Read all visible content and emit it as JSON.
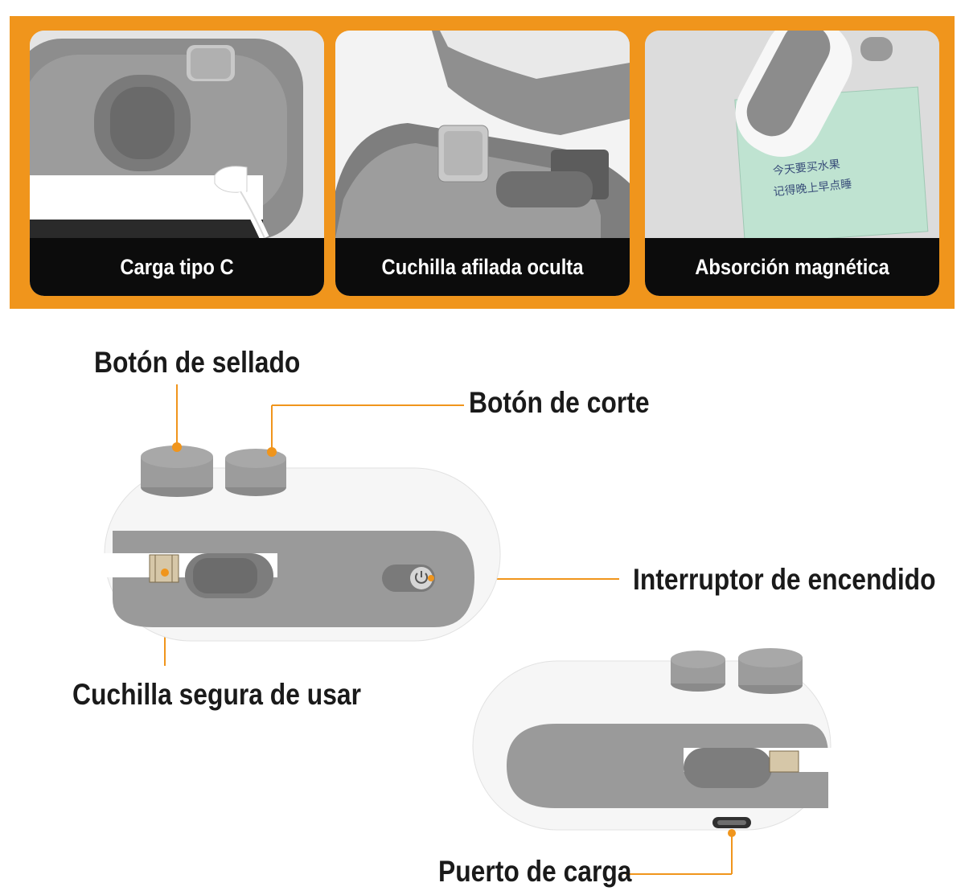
{
  "features": [
    {
      "caption": "Carga tipo C",
      "icon": "usb-c-charging-photo"
    },
    {
      "caption": "Cuchilla afilada oculta",
      "icon": "hidden-blade-photo"
    },
    {
      "caption": "Absorción magnética",
      "icon": "magnetic-fridge-photo"
    }
  ],
  "sticky_note": {
    "line1": "今天要买水果",
    "line2": "记得晚上早点睡"
  },
  "callouts": {
    "seal_button": "Botón de sellado",
    "cut_button": "Botón de corte",
    "power_switch": "Interruptor de encendido",
    "safe_blade": "Cuchilla segura de usar",
    "charging_port": "Puerto de carga"
  },
  "colors": {
    "accent": "#f0951c",
    "caption_bg": "#0c0c0c",
    "device_gray": "#9a9a9a",
    "device_white": "#f6f6f6"
  }
}
